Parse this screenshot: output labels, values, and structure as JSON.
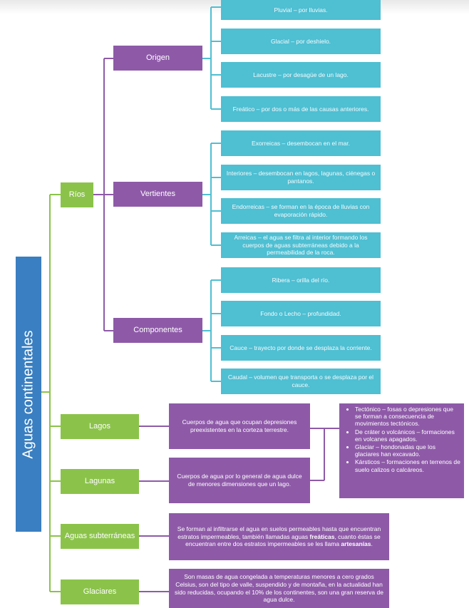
{
  "root": "Aguas continentales",
  "rios": {
    "label": "Ríos",
    "origen": {
      "label": "Origen",
      "items": [
        "Pluvial – por lluvias.",
        "Glacial – por deshielo.",
        "Lacustre – por desagüe de un lago.",
        "Freático – por dos o más de las causas anteriores."
      ]
    },
    "vertientes": {
      "label": "Vertientes",
      "items": [
        "Exorreicas – desembocan en el mar.",
        "Interiores – desembocan en lagos, lagunas, ciénegas o pantanos.",
        "Endorreicas – se forman en la época de lluvias con evaporación rápido.",
        "Arreicas – el agua se filtra al interior formando los cuerpos de aguas subterráneas debido a la permeabilidad de la roca."
      ]
    },
    "componentes": {
      "label": "Componentes",
      "items": [
        "Ribera – orilla del río.",
        "Fondo o Lecho – profundidad.",
        "Cauce – trayecto por donde se desplaza la corriente.",
        "Caudal – volumen que transporta o se desplaza por el cauce."
      ]
    }
  },
  "lagos": {
    "label": "Lagos",
    "desc": "Cuerpos de agua que ocupan depresiones preexistentes en la corteza terrestre."
  },
  "lagunas": {
    "label": "Lagunas",
    "desc": "Cuerpos de agua por lo general de agua dulce de menores dimensiones que un lago."
  },
  "origen_lagos": [
    "Tectónico – fosas o depresiones que se forman a consecuencia de movimientos tectónicos.",
    "De cráter o volcánicos – formaciones en volcanes apagados.",
    "Glaciar – hondonadas que los glaciares han excavado.",
    "Kársticos – formaciones en terrenos de suelo calizos o calcáreos."
  ],
  "subterraneas": {
    "label": "Aguas subterráneas",
    "desc_1": "Se forman al infiltrarse el agua en suelos permeables hasta que encuentran estratos impermeables, también llamadas aguas ",
    "bold_1": "freáticas",
    "desc_2": ", cuanto éstas se encuentran entre dos estratos impermeables se les llama ",
    "bold_2": "artesanías",
    "desc_3": "."
  },
  "glaciares": {
    "label": "Glaciares",
    "desc": "Son masas de agua congelada a temperaturas menores a cero grados Celsius, son del tipo de valle, suspendido y de montaña, en la actualidad han sido reducidas, ocupando el 10% de los continentes, son una gran reserva de agua dulce."
  },
  "colors": {
    "root": "#3a7fc1",
    "green": "#8bc34a",
    "purple": "#8e5aa8",
    "cyan": "#4fbfd2"
  }
}
